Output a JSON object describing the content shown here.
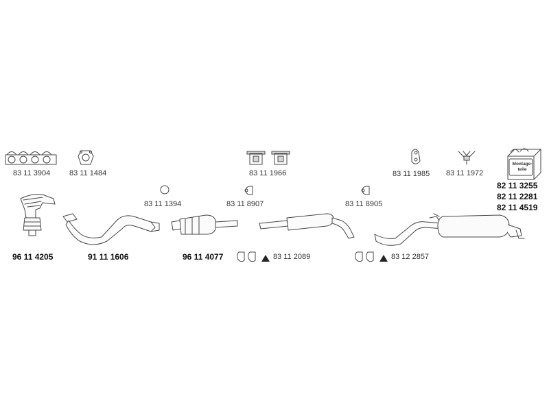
{
  "parts": {
    "gasket_manifold": "83 11 3904",
    "gasket_flange": "83 11 1484",
    "hanger_pair": "83 11 1966",
    "hanger_single": "83 11 1985",
    "bracket_y": "83 11 1972",
    "ring_gasket": "83 11 1394",
    "clamp_front": "83 11 8907",
    "clamp_rear": "83 11 8905",
    "mounting_kit_1": "82 11 3255",
    "mounting_kit_2": "82 11 2281",
    "mounting_kit_3": "82 11 4519",
    "manifold_catalyst": "96 11 4205",
    "front_pipe": "91 11 1606",
    "catalyst": "96 11 4077",
    "clamp_set_middle": "83 11 2089",
    "clamp_set_rear": "83 12 2857"
  },
  "mounting_box_label": "Montage-teile"
}
